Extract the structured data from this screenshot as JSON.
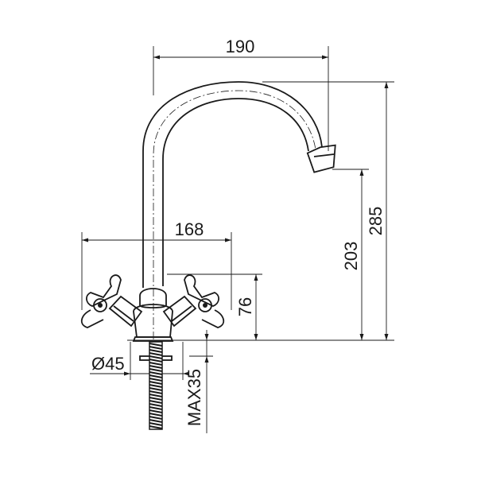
{
  "dimensions": {
    "spout_reach": "190",
    "handle_span": "168",
    "spout_outlet_height": "203",
    "total_height": "285",
    "body_height": "76",
    "base_diameter": "Ø45",
    "max_counter_thickness": "MAX35"
  },
  "colors": {
    "line": "#1a1a1a",
    "background": "#ffffff"
  }
}
